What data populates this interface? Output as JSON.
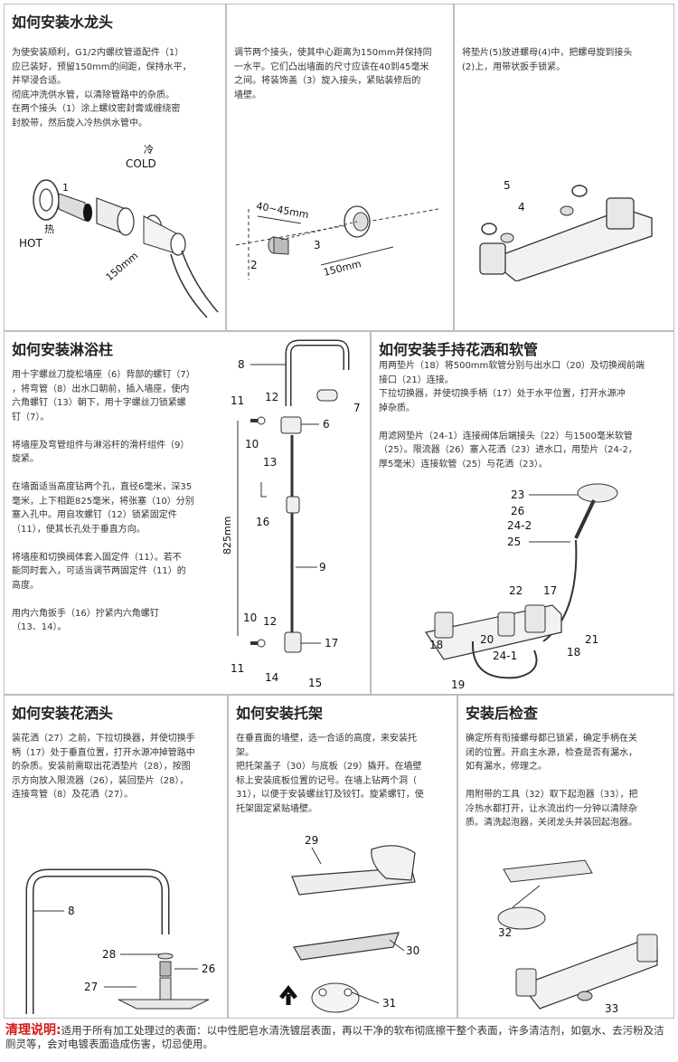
{
  "p1": {
    "title": "如何安装水龙头",
    "text": "为使安装顺利，G1/2内螺纹管道配件（1）\n应已装好，预留150mm的间距，保持水平，\n并罕浸合适。\n彻底冲洗供水管，以清除管路中的杂质。\n在两个接头（1）涂上螺纹密封膏或缠绕密\n封胶带，然后旋入冷热供水管中。",
    "labels": {
      "cold_cn": "冷",
      "cold_en": "COLD",
      "hot_cn": "热",
      "hot_en": "HOT",
      "dim": "150mm",
      "n1": "1"
    }
  },
  "p2": {
    "text": "调节两个接头，使其中心距离为150mm并保持同\n一水平。它们凸出墙面的尺寸应该在40到45毫米\n之间。将装饰盖（3）旋入接头，紧贴装修后的\n墙壁。",
    "labels": {
      "dim1": "40~45mm",
      "dim2": "150mm",
      "n2": "2",
      "n3": "3"
    }
  },
  "p3": {
    "text": "将垫片(5)放进螺母(4)中，把螺母旋到接头\n(2)上，用带状扳手锁紧。",
    "labels": {
      "n5": "5",
      "n4": "4"
    }
  },
  "p4": {
    "title": "如何安装淋浴柱",
    "text": "用十字螺丝刀旋松墙座（6）背部的螺钉（7）\n，将弯管（8）出水口朝前，插入墙座，使内\n六角螺钉（13）朝下，用十字螺丝刀锁紧螺\n钉（7）。\n\n将墙座及弯管组件与淋浴杆的滑杆组件（9）\n旋紧。\n\n在墙面适当高度钻两个孔，直径6毫米，深35\n毫米，上下相距825毫米，将张塞（10）分别\n塞入孔中。用自攻螺钉（12）锁紧固定件\n（11），使其长孔处于垂直方向。\n\n将墙座和切换阀体套入固定件（11）。若不\n能同时套入，可适当调节两固定件（11）的\n高度。\n\n用内六角扳手（16）拧紧内六角螺钉\n（13、14）。",
    "labels": {
      "n8": "8",
      "n11a": "11",
      "n12a": "12",
      "n10a": "10",
      "n13": "13",
      "n6": "6",
      "n7": "7",
      "n16": "16",
      "dim": "825mm",
      "n9": "9",
      "n10b": "10",
      "n12b": "12",
      "n17": "17",
      "n11b": "11",
      "n14": "14",
      "n15": "15"
    }
  },
  "p5": {
    "title": "如何安装手持花洒和软管",
    "text": "用两垫片（18）将500mm软管分别与出水口（20）及切换阀前端\n接口（21）连接。\n下拉切换器，并使切换手柄（17）处于水平位置，打开水源冲\n掉杂质。\n\n用滤网垫片（24-1）连接阀体后端接头（22）与1500毫米软管\n（25）。限流器（26）塞入花洒（23）进水口，用垫片（24-2，\n厚5毫米）连接软管（25）与花洒（23）。",
    "labels": {
      "n23": "23",
      "n26": "26",
      "n242": "24-2",
      "n25": "25",
      "n22": "22",
      "n17": "17",
      "n18a": "18",
      "n20": "20",
      "n21": "21",
      "n241": "24-1",
      "n18b": "18",
      "n19": "19"
    }
  },
  "p6": {
    "title": "如何安装花洒头",
    "text": "装花洒（27）之前，下拉切换器，并使切换手\n柄（17）处于垂直位置，打开水源冲掉管路中\n的杂质。安装前需取出花洒垫片（28），按图\n示方向放入限流器（26），装回垫片（28），\n连接弯管（8）及花洒（27）。",
    "labels": {
      "n8": "8",
      "n28": "28",
      "n26": "26",
      "n27": "27"
    }
  },
  "p7": {
    "title": "如何安装托架",
    "text": "在垂直面的墙壁，选一合适的高度，来安装托\n架。\n把托架盖子（30）与底板（29）撬开。在墙壁\n标上安装底板位置的记号。在墙上钻两个洞（\n31），以便于安装螺丝钉及铰钉。旋紧螺钉，使\n托架固定紧贴墙壁。",
    "labels": {
      "n29": "29",
      "n30": "30",
      "n31": "31"
    }
  },
  "p8": {
    "title": "安装后检查",
    "text": "确定所有衔接螺母都已锁紧，确定手柄在关\n闭的位置。开启主水源，检查是否有漏水，\n如有漏水，修理之。\n\n用附带的工具（32）取下起泡器（33），把\n冷热水都打开，让水流出约一分钟以清除杂\n质。清洗起泡器，关闭龙头并装回起泡器。",
    "labels": {
      "n32": "32",
      "n33": "33"
    }
  },
  "footer": {
    "label": "清理说明:",
    "text": "适用于所有加工处理过的表面：以中性肥皂水清洗镀层表面，再以干净的软布彻底擦干整个表面，许多清洁剂，如氨水、去污粉及洁厕灵等，会对电镀表面造成伤害，切忌使用。"
  }
}
